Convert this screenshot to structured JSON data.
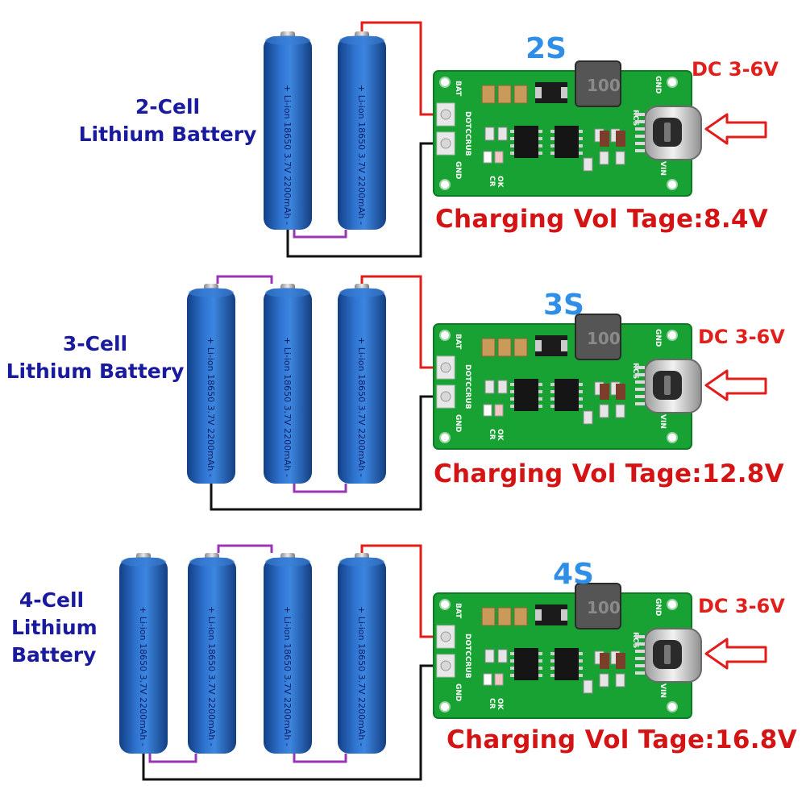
{
  "rows": [
    {
      "series": "2S",
      "battery_label": [
        "2-Cell",
        "Lithium Battery"
      ],
      "dc_label": "DC 3-6V",
      "charging_label": "Charging Vol Tage:8.4V"
    },
    {
      "series": "3S",
      "battery_label": [
        "3-Cell",
        "Lithium Battery"
      ],
      "dc_label": "DC 3-6V",
      "charging_label": "Charging Vol Tage:12.8V"
    },
    {
      "series": "4S",
      "battery_label": [
        "4-Cell",
        "Lithium",
        "Battery"
      ],
      "dc_label": "DC 3-6V",
      "charging_label": "Charging Vol Tage:16.8V"
    }
  ],
  "battery_print": "+ Li-ion 18650 3.7V 2200mAh -",
  "board_silk": {
    "bat": "BAT",
    "gnd": "GND",
    "dotccrub": "DOTCCRUB",
    "rcs": "RCS",
    "vin": "VIN",
    "ok": "OK",
    "cr": "CR",
    "inductor": "100"
  },
  "colors": {
    "battery": "#1f5fb8",
    "pcb": "#17a233",
    "wire_positive": "#e21b1b",
    "wire_series": "#9b35b6",
    "wire_negative": "#111111",
    "label_blue": "#1a1a9e",
    "series_blue": "#2f8fe6",
    "red_text": "#d41414"
  },
  "icons": [
    "input-arrow-icon"
  ]
}
